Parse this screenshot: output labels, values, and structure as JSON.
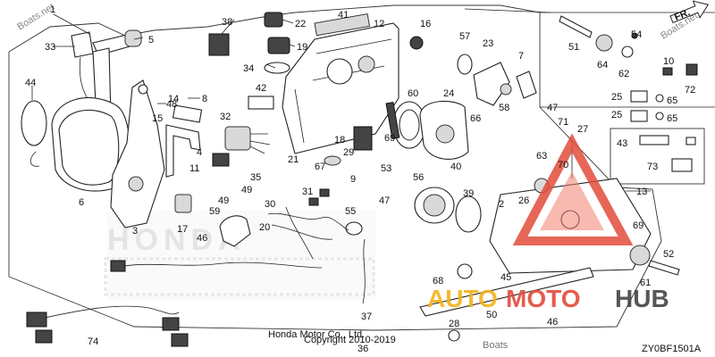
{
  "diagram": {
    "code": "ZY0BF1501A",
    "direction_label": "FR.",
    "copyright_line1": "Honda Motor Co., Ltd.",
    "copyright_line2": "Copyright 2010-2019",
    "watermark_brand": "HONDA",
    "watermark_left": "Boats.net",
    "watermark_right": "Boats.net",
    "watermark_bottom": "Boats",
    "hub_auto": "AUTO",
    "hub_moto": "MOTO",
    "hub_hub": "HUB"
  },
  "callouts": {
    "c1": "1",
    "c2": "2",
    "c3": "3",
    "c4": "4",
    "c5": "5",
    "c6": "6",
    "c7": "7",
    "c8": "8",
    "c9": "9",
    "c10": "10",
    "c11": "11",
    "c12": "12",
    "c13": "13",
    "c14": "14",
    "c15": "15",
    "c16": "16",
    "c17": "17",
    "c18": "18",
    "c19": "19",
    "c20": "20",
    "c21": "21",
    "c22": "22",
    "c23": "23",
    "c24": "24",
    "c25a": "25",
    "c25b": "25",
    "c26": "26",
    "c27": "27",
    "c28": "28",
    "c29": "29",
    "c30": "30",
    "c31": "31",
    "c32": "32",
    "c33": "33",
    "c34": "34",
    "c35": "35",
    "c36": "36",
    "c37": "37",
    "c38": "38",
    "c39": "39",
    "c40": "40",
    "c41": "41",
    "c42": "42",
    "c43": "43",
    "c44": "44",
    "c45": "45",
    "c46": "46",
    "c46b": "46",
    "c47a": "47",
    "c47b": "47",
    "c48": "48",
    "c49a": "49",
    "c49b": "49",
    "c50": "50",
    "c51": "51",
    "c52": "52",
    "c53": "53",
    "c54": "54",
    "c55": "55",
    "c56": "56",
    "c57": "57",
    "c58": "58",
    "c59": "59",
    "c60": "60",
    "c61": "61",
    "c62": "62",
    "c63": "63",
    "c64": "64",
    "c65a": "65",
    "c65b": "65",
    "c66": "66",
    "c67": "67",
    "c68": "68",
    "c69a": "69",
    "c69b": "69",
    "c70": "70",
    "c71": "71",
    "c72": "72",
    "c73": "73",
    "c74": "74"
  }
}
